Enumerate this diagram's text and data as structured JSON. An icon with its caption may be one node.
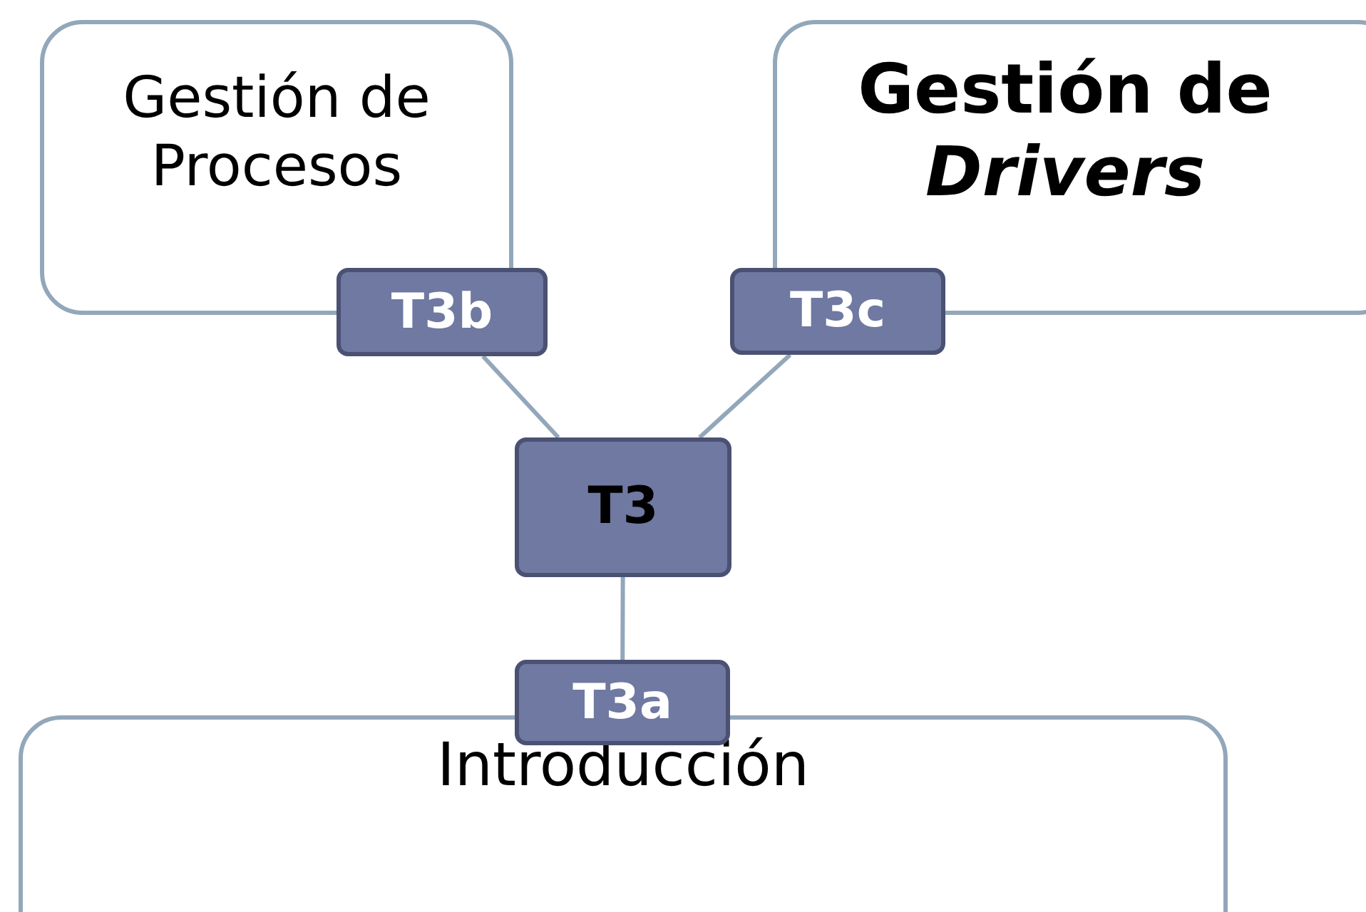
{
  "diagram": {
    "nodes": [
      {
        "text": [
          "Gestión de Procesos"
        ]
      },
      {
        "text": [
          "Gestión de *Drivers*"
        ]
      },
      {
        "text": [
          "T3b"
        ]
      },
      {
        "text": [
          "T3c"
        ]
      },
      {
        "text": [
          "T3"
        ]
      },
      {
        "text": [
          "T3a"
        ]
      },
      {
        "text": [
          "Introducción"
        ]
      }
    ],
    "edges": [
      {
        "from": 2,
        "to": 4,
        "arrow": "none"
      },
      {
        "from": 3,
        "to": 4,
        "arrow": "none"
      },
      {
        "from": 4,
        "to": 5,
        "arrow": "none"
      }
    ]
  }
}
